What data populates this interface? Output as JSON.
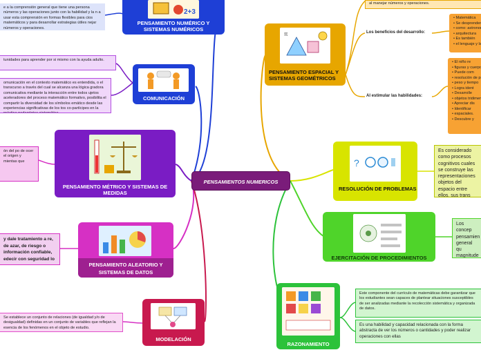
{
  "center": {
    "title": "PENSAMIENTOS NUMERICOS"
  },
  "nodes": {
    "numerico": {
      "title": "PENSAMIENTO NUMÉRICO Y SISTEMAS NUMÉRICOS"
    },
    "comunicacion": {
      "title": "COMUNICACIÓN"
    },
    "metrico": {
      "title": "PENSAMIENTO MÉTRICO Y SISTEMAS DE MEDIDAS"
    },
    "aleatorio": {
      "title": "PENSAMIENTO ALEATORIO Y SISTEMAS DE DATOS"
    },
    "modelacion": {
      "title": "MODELACIÓN"
    },
    "espacial": {
      "title": "PENSAMIENTO ESPACIAL Y SISTEMAS GEOMÉTRICOS"
    },
    "resolucion": {
      "title": "RESOLUCIÓN DE PROBLEMAS"
    },
    "ejercitacion": {
      "title": "EJERCITACIÓN DE PROCEDIMIENTOS"
    },
    "razonamiento": {
      "title": "RAZONAMIENTO"
    }
  },
  "notes": {
    "numerico": "e a la comprensión general que tiene una persona números y las operaciones junto con la habilidad y la n a usar esta comprensión en formas flexibles para cios matemáticos y para desarrollar estrategias útiles nejar números y operaciones.",
    "comunicacion_1": "tunidades para aprender por si mismo con la ayuda adulto.",
    "comunicacion_2": "omunicación en el contexto matemático es entendida, o el transcurso a través del cual se alcanza una lógica gradora comunicativa mediante la interacción entre todos ujetos aceleradores del proceso matemático formativo, posibilita el compartir la diversidad de los símbolos emático desde las experiencias significativas de los tos co-partícipes en la práctica pedagógica sistemática.",
    "metrico": "ón del po de ocer el origen y mientas que",
    "aleatorio": "y dale tratamiento a re, de azar, de riesgo o información confiable, edecir con seguridad lo",
    "modelacion": "Se establece un conjunto de relaciones (de igualdad y/o de desigualdad) definidas en un conjunto de variables que reflejan la esencia de los fenómenos en el objeto de estudio.",
    "espacial_top": "al manejar números y operaciones.",
    "beneficios_label": "Los beneficios del desarrollo:",
    "beneficios": [
      "Matemática",
      "Se desprenden",
      "como: astronomía,",
      "arquitectura",
      "Es también",
      "el lenguaje y la"
    ],
    "habilidades_label": "Al estimular las habilidades:",
    "habilidades": [
      "El niño re",
      "figuras y cuerpos",
      "Puede com",
      "resolución de proble",
      "peso y tiempo",
      "Logra ident",
      "Desarrolle",
      "objetos tridimens",
      "Apreciar dis",
      "Identificar",
      "espaciales.",
      "Descubre y"
    ],
    "resolucion": "Es considerado como procesos cognitivos cuales se construye las representaciones objetos del espacio entre ellos, sus trans sus diversas traduc representaciones",
    "ejercitacion": "Los concep pensamien general qu magnitude uso flexible medidas e",
    "razonamiento_1": "Este componente del currículo de matemáticas debe garantizar que los estudiantes sean capaces de plantear situaciones susceptibles de ser analizadas mediante la recolección sistemática y organizada de datos.",
    "razonamiento_2": "Es una habilidad y capacidad relacionada con la forma abstracta de ver los números o cantidades y poder realizar operaciones con ellas"
  },
  "colors": {
    "center": "#7a1c7a",
    "numerico": "#1e3fd6",
    "metrico": "#7a1cc4",
    "aleatorio": "#d630c4",
    "modelacion": "#c8194e",
    "espacial": "#e7a600",
    "resolucion": "#d8e400",
    "ejercitacion": "#4fd42a",
    "razonamiento": "#2cc23a"
  }
}
